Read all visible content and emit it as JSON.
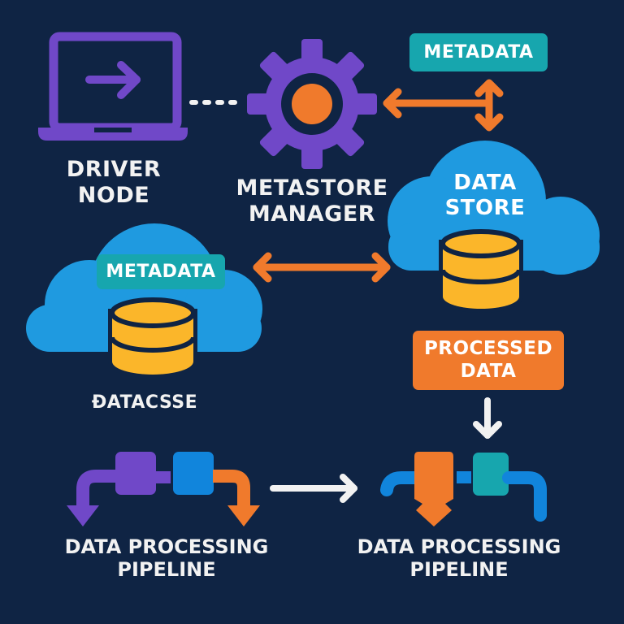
{
  "colors": {
    "background": "#0f2444",
    "purple": "#7048c8",
    "orange": "#f07a2c",
    "teal": "#17a6ae",
    "cloud_blue": "#1f9ae0",
    "pipe_blue": "#1185dc",
    "database_yellow": "#fbb62a",
    "text": "#f2f2f2"
  },
  "nodes": {
    "driver_node": {
      "label_line1": "DRIVER",
      "label_line2": "NODE",
      "icon": "laptop-arrow-icon"
    },
    "metastore_manager": {
      "label_line1": "METASTORE",
      "label_line2": "MANAGER",
      "icon": "gear-icon"
    },
    "metadata_top": {
      "label": "METADATA"
    },
    "data_store": {
      "label_line1": "DATA",
      "label_line2": "STORE",
      "icon": "cloud-database-icon"
    },
    "database": {
      "tag": "METADATA",
      "label": "ÐATACSSE",
      "icon": "cloud-database-icon"
    },
    "processed_data": {
      "label_line1": "PROCESSED",
      "label_line2": "DATA"
    },
    "pipeline_left": {
      "label_line1": "DATA PROCESSING",
      "label_line2": "PIPELINE",
      "icon": "pipeline-icon"
    },
    "pipeline_right": {
      "label_line1": "DATA PROCESSING",
      "label_line2": "PIPELINE",
      "icon": "pipeline-icon"
    }
  },
  "connectors": [
    {
      "from": "driver_node",
      "to": "metastore_manager",
      "style": "dotted"
    },
    {
      "from": "metastore_manager",
      "to": "metadata_top",
      "style": "bidirectional"
    },
    {
      "from": "metadata_top",
      "to": "data_store",
      "style": "bidirectional"
    },
    {
      "from": "database",
      "to": "data_store",
      "style": "bidirectional"
    },
    {
      "from": "processed_data",
      "to": "pipeline_right",
      "style": "arrow"
    },
    {
      "from": "pipeline_left",
      "to": "pipeline_right",
      "style": "arrow"
    }
  ]
}
